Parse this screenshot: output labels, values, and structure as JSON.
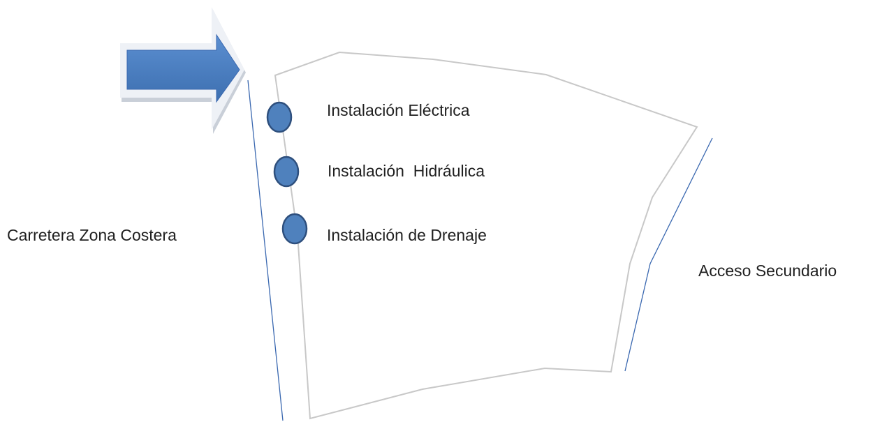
{
  "labels": {
    "road": "Carretera Zona Costera",
    "secondary_access": "Acceso Secundario"
  },
  "installations": [
    {
      "label": "Instalación Eléctrica"
    },
    {
      "label": "Instalación  Hidráulica"
    },
    {
      "label": "Instalación de Drenaje"
    }
  ],
  "colors": {
    "arrow_fill": "#4a7dc0",
    "arrow_shadow": "#c9cfd8",
    "marker_fill": "#4f81bd",
    "marker_stroke": "#2e4f7d",
    "lot_outline": "#c8c8c8",
    "road_line": "#3a68b0",
    "text": "#1f1f1f"
  },
  "icons": {
    "entry_arrow": "right-arrow-icon",
    "installation_marker": "circle-marker-icon"
  }
}
